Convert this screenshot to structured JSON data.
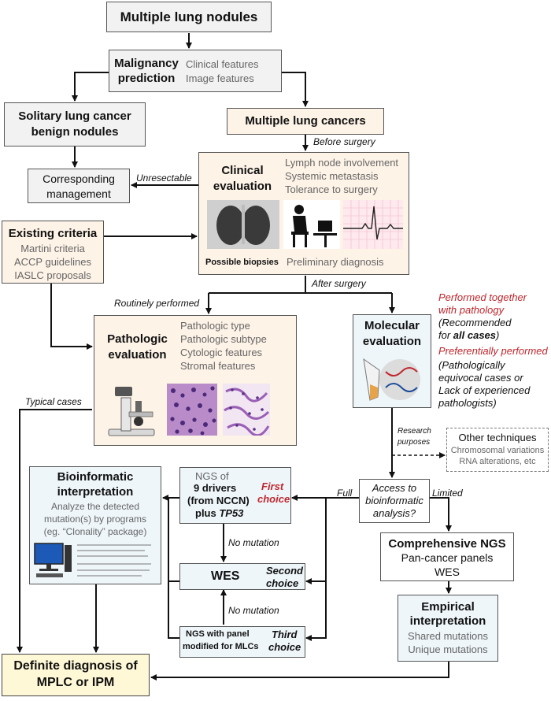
{
  "nodes": {
    "multiple_nodules": "Multiple lung nodules",
    "malignancy": {
      "title1": "Malignancy",
      "title2": "prediction",
      "f1": "Clinical features",
      "f2": "Image features"
    },
    "solitary": {
      "l1": "Solitary lung cancer",
      "l2": "benign nodules"
    },
    "multiple_cancers": "Multiple lung cancers",
    "corresponding": {
      "l1": "Corresponding",
      "l2": "management"
    },
    "clinical": {
      "title1": "Clinical",
      "title2": "evaluation",
      "f1": "Lymph node involvement",
      "f2": "Systemic metastasis",
      "f3": "Tolerance to surgery",
      "biopsies": "Possible biopsies",
      "prelim": "Preliminary diagnosis"
    },
    "existing": {
      "title": "Existing criteria",
      "i1": "Martini criteria",
      "i2": "ACCP guidelines",
      "i3": "IASLC proposals"
    },
    "pathologic": {
      "title1": "Pathologic",
      "title2": "evaluation",
      "f1": "Pathologic type",
      "f2": "Pathologic subtype",
      "f3": "Cytologic features",
      "f4": "Stromal features"
    },
    "molecular": {
      "title1": "Molecular",
      "title2": "evaluation"
    },
    "other": {
      "title": "Other techniques",
      "i1": "Chromosomal variations",
      "i2": "RNA alterations, etc"
    },
    "bioinformatic": {
      "title1": "Bioinformatic",
      "title2": "interpretation",
      "d1": "Analyze the detected",
      "d2": "mutation(s) by programs",
      "d3": "(eg. “Clonality” package)"
    },
    "ngs9": {
      "l1": "NGS of",
      "l2": "9 drivers",
      "l3": "(from NCCN)",
      "l4a": "plus ",
      "l4b": "TP53",
      "c1": "First",
      "c2": "choice"
    },
    "access": {
      "l1": "Access to",
      "l2": "bioinformatic",
      "l3": "analysis?"
    },
    "comprehensive": {
      "title": "Comprehensive NGS",
      "l1": "Pan-cancer panels",
      "l2": "WES"
    },
    "wes": {
      "title": "WES",
      "c1": "Second",
      "c2": "choice"
    },
    "empirical": {
      "title1": "Empirical",
      "title2": "interpretation",
      "l1": "Shared mutations",
      "l2": "Unique mutations"
    },
    "ngs_panel": {
      "l1": "NGS with panel",
      "l2": "modified for MLCs",
      "c1": "Third",
      "c2": "choice"
    },
    "definite": {
      "l1": "Definite diagnosis of",
      "l2": "MPLC or IPM"
    }
  },
  "edge_labels": {
    "before_surgery": "Before surgery",
    "unresectable": "Unresectable",
    "after_surgery": "After surgery",
    "routinely": "Routinely performed",
    "typical": "Typical cases",
    "research1": "Research",
    "research2": "purposes",
    "full": "Full",
    "limited": "Limited",
    "no_mutation_1": "No mutation",
    "no_mutation_2": "No mutation"
  },
  "molecular_notes": {
    "n1": "Performed together",
    "n2": "with pathology",
    "n3a": "(Recommended",
    "n3b": "for ",
    "n3c": "all cases",
    "n3d": ")",
    "n4": "Preferentially performed",
    "n5": "(Pathologically",
    "n6": "equivocal cases or",
    "n7": "Lack of experienced",
    "n8": "pathologists)"
  },
  "colors": {
    "grey_box": "#f2f2f2",
    "peach_box": "#fdf3e7",
    "blue_box": "#eef6fa",
    "yellow_box": "#fff8d6",
    "red_text": "#c0262d",
    "gray_text": "#666666"
  }
}
